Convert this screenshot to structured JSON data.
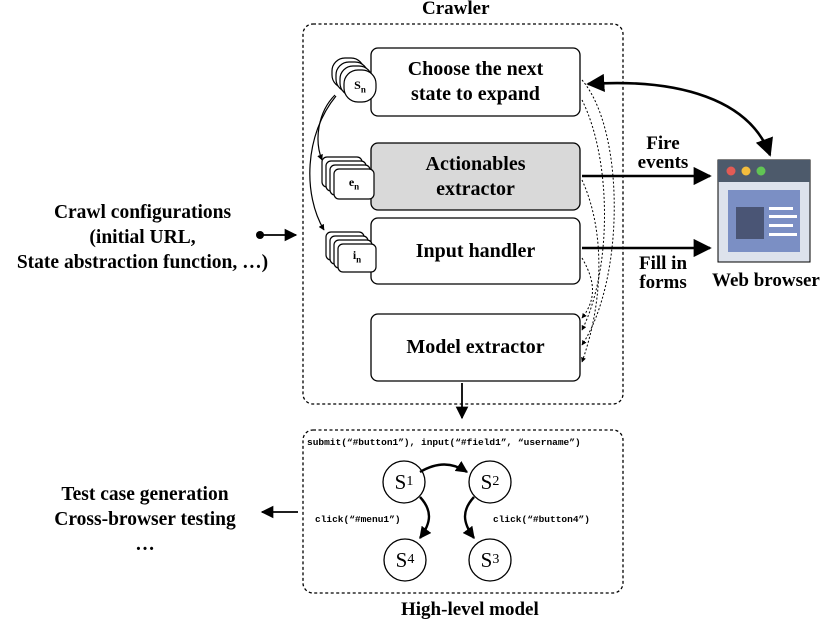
{
  "crawler": {
    "title": "Crawler",
    "choose_state": [
      "Choose the next",
      "state to expand"
    ],
    "actionables_extractor": [
      "Actionables",
      "extractor"
    ],
    "input_handler": "Input handler",
    "model_extractor": "Model extractor",
    "stacks": {
      "states": {
        "letter": "S",
        "sub": "n"
      },
      "events": {
        "letter": "e",
        "sub": "n"
      },
      "inputs": {
        "letter": "i",
        "sub": "n"
      }
    }
  },
  "inputs": {
    "configurations": [
      "Crawl configurations",
      "(initial URL,",
      "State abstraction function, …)"
    ]
  },
  "edges": {
    "fire_events": [
      "Fire",
      "events"
    ],
    "fill_forms": [
      "Fill in",
      "forms"
    ]
  },
  "browser": {
    "label": "Web browser",
    "colors": {
      "title_bar": "#4d5a6b",
      "window_body": "#dde2ec",
      "content_panel": "#7b8fc4",
      "image_block": "#4a5575",
      "text_lines": "#ffffff",
      "dot_red": "#e25b55",
      "dot_yellow": "#f3bc3d",
      "dot_green": "#61c454"
    }
  },
  "model": {
    "title": "High-level model",
    "top_edge_label": "submit(“#button1”), input(“#field1”, “username”)",
    "left_edge_label": "click(“#menu1”)",
    "right_edge_label": "click(“#button4”)",
    "nodes": [
      {
        "letter": "S",
        "sub": "1"
      },
      {
        "letter": "S",
        "sub": "2"
      },
      {
        "letter": "S",
        "sub": "4"
      },
      {
        "letter": "S",
        "sub": "3"
      }
    ]
  },
  "applications": [
    "Test case generation",
    "Cross-browser testing",
    "…"
  ],
  "colors": {
    "stroke": "#000000",
    "highlight_box": "#d9d9d9",
    "box": "#ffffff"
  }
}
